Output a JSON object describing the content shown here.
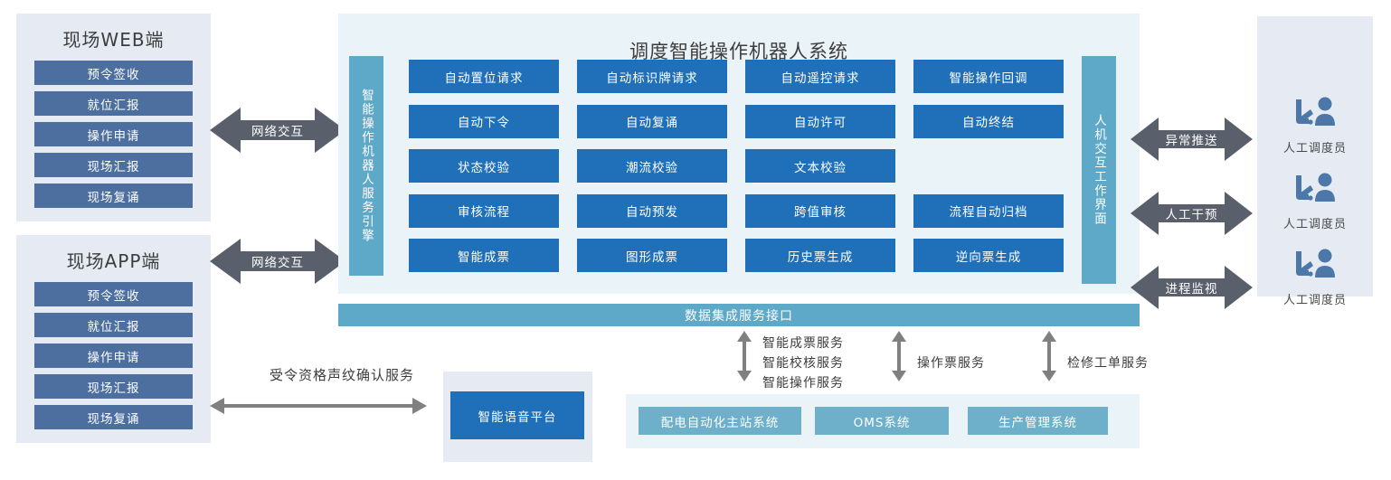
{
  "left": {
    "web": {
      "title": "现场WEB端",
      "items": [
        "预令签收",
        "就位汇报",
        "操作申请",
        "现场汇报",
        "现场复诵"
      ]
    },
    "app": {
      "title": "现场APP端",
      "items": [
        "预令签收",
        "就位汇报",
        "操作申请",
        "现场汇报",
        "现场复诵"
      ]
    },
    "arrow_web_label": "网络交互",
    "arrow_app_label": "网络交互"
  },
  "center": {
    "title": "调度智能操作机器人系统",
    "engine_label": "智能操作机器人服务引擎",
    "hmi_label": "人机交互工作界面",
    "integration_label": "数据集成服务接口",
    "grid": [
      [
        "自动置位请求",
        "自动标识牌请求",
        "自动遥控请求",
        "智能操作回调"
      ],
      [
        "自动下令",
        "自动复诵",
        "自动许可",
        "自动终结"
      ],
      [
        "状态校验",
        "潮流校验",
        "文本校验"
      ],
      [
        "审核流程",
        "自动预发",
        "跨值审核",
        "流程自动归档"
      ],
      [
        "智能成票",
        "图形成票",
        "历史票生成",
        "逆向票生成"
      ]
    ]
  },
  "right": {
    "arrows": [
      "异常推送",
      "人工干预",
      "进程监视"
    ],
    "operators": [
      {
        "label": "人工调度员"
      },
      {
        "label": "人工调度员"
      },
      {
        "label": "人工调度员"
      }
    ]
  },
  "bottom": {
    "voice_service_label": "受令资格声纹确认服务",
    "voice_platform": "智能语音平台",
    "service_groups": [
      "智能成票服务\n智能校核服务\n智能操作服务",
      "操作票服务",
      "检修工单服务"
    ],
    "systems": [
      "配电自动化主站系统",
      "OMS系统",
      "生产管理系统"
    ]
  },
  "colors": {
    "primary_blue": "#1f70b8",
    "teal": "#5ea8c8",
    "slate_blue": "#4c6f9f",
    "panel_gray": "#e6eaf2",
    "panel_pale": "#eaf3f7",
    "arrow_gray": "#595f6b",
    "system_teal": "#6eb0c9"
  }
}
